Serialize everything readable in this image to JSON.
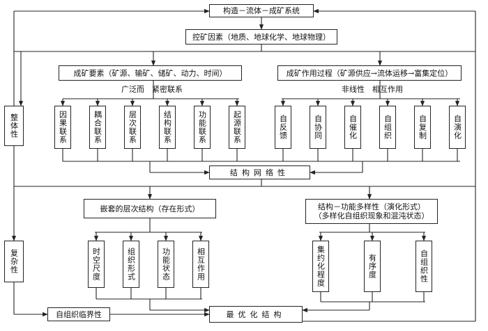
{
  "top": {
    "system": "构造－流体－成矿系统",
    "controls": "控矿因素（地质、地球化学、地球物理）"
  },
  "left_column": {
    "wholeness": "整体性",
    "complexity": "复杂性"
  },
  "elements": {
    "title": "成矿要素（矿源、输矿、储矿、动力、时间）",
    "relation_label": "广泛而　紧密联系",
    "items": [
      "因果联系",
      "耦合联系",
      "层次联系",
      "结构联系",
      "功能联系",
      "起源联系"
    ]
  },
  "process": {
    "title": "成矿作用过程（矿源供应→流体运移→富集定位）",
    "relation_label": "非线性　相互作用",
    "items": [
      "自反馈",
      "自协同",
      "自催化",
      "自组织",
      "自复制",
      "自演化"
    ]
  },
  "network": "结构网络性",
  "hierarchy": {
    "title": "嵌套的层次结构（存在形式）",
    "items": [
      "时空尺度",
      "组织形式",
      "功能状态",
      "相互作用"
    ]
  },
  "diversity": {
    "title_line1": "结构－功能多样性（演化形式）",
    "title_line2": "（多样化自组织现象和混沌状态）",
    "items": [
      "集约化程度",
      "有序度",
      "自组织性"
    ]
  },
  "bottom": {
    "critical": "自组织临界性",
    "optimal": "最优化结构"
  }
}
